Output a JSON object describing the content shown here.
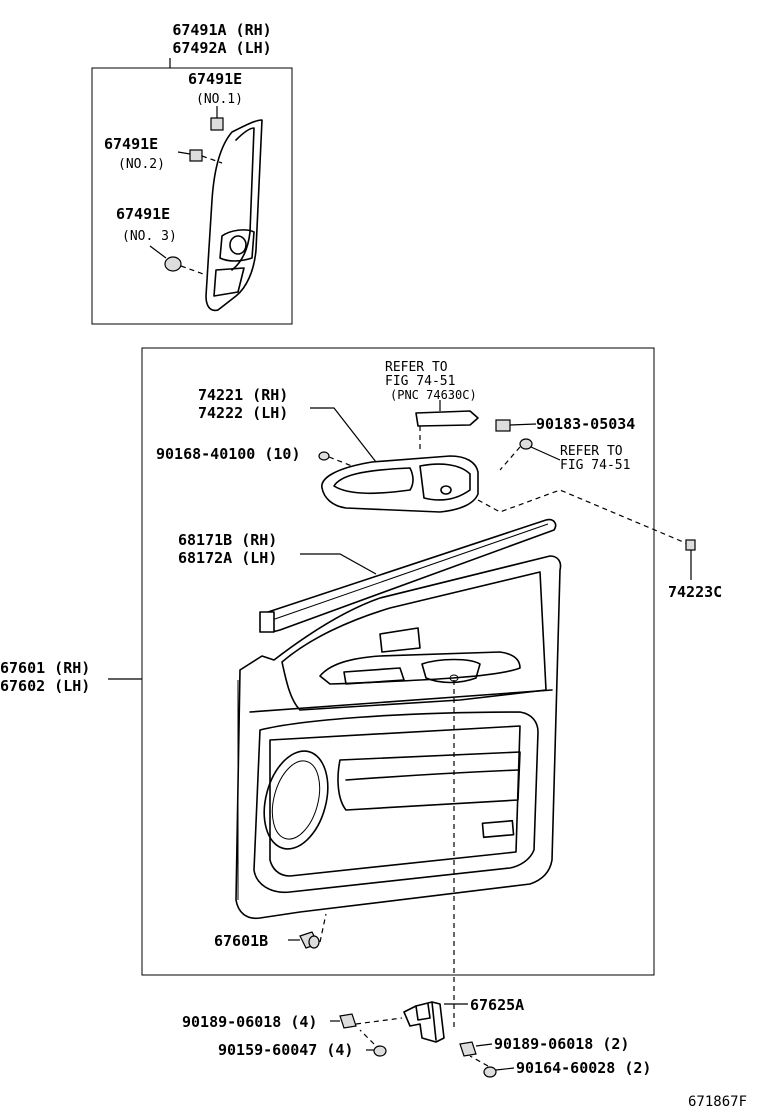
{
  "diagram_id": "671867F",
  "inset": {
    "assembly_rh": "67491A (RH)",
    "assembly_lh": "67492A (LH)",
    "clip_no1_part": "67491E",
    "clip_no1_tag": "(NO.1)",
    "clip_no2_part": "67491E",
    "clip_no2_tag": "(NO.2)",
    "clip_no3_part": "67491E",
    "clip_no3_tag": "(NO. 3)"
  },
  "main": {
    "refer_top_line1": "REFER TO",
    "refer_top_line2": "FIG 74-51",
    "refer_top_line3": "(PNC 74630C)",
    "armrest_rh": "74221 (RH)",
    "armrest_lh": "74222 (LH)",
    "screw_74221": "90168-40100 (10)",
    "clip_90183": "90183-05034",
    "refer_right_line1": "REFER TO",
    "refer_right_line2": "FIG 74-51",
    "cap_74223c": "74223C",
    "weatherstrip_rh": "68171B (RH)",
    "weatherstrip_lh": "68172A (LH)",
    "board_rh": "67601 (RH)",
    "board_lh": "67602 (LH)",
    "clip_67601b": "67601B"
  },
  "bottom": {
    "bracket_67625a": "67625A",
    "nut_left": "90189-06018 (4)",
    "screw_left": "90159-60047 (4)",
    "nut_right": "90189-06018 (2)",
    "screw_right": "90164-60028 (2)"
  }
}
